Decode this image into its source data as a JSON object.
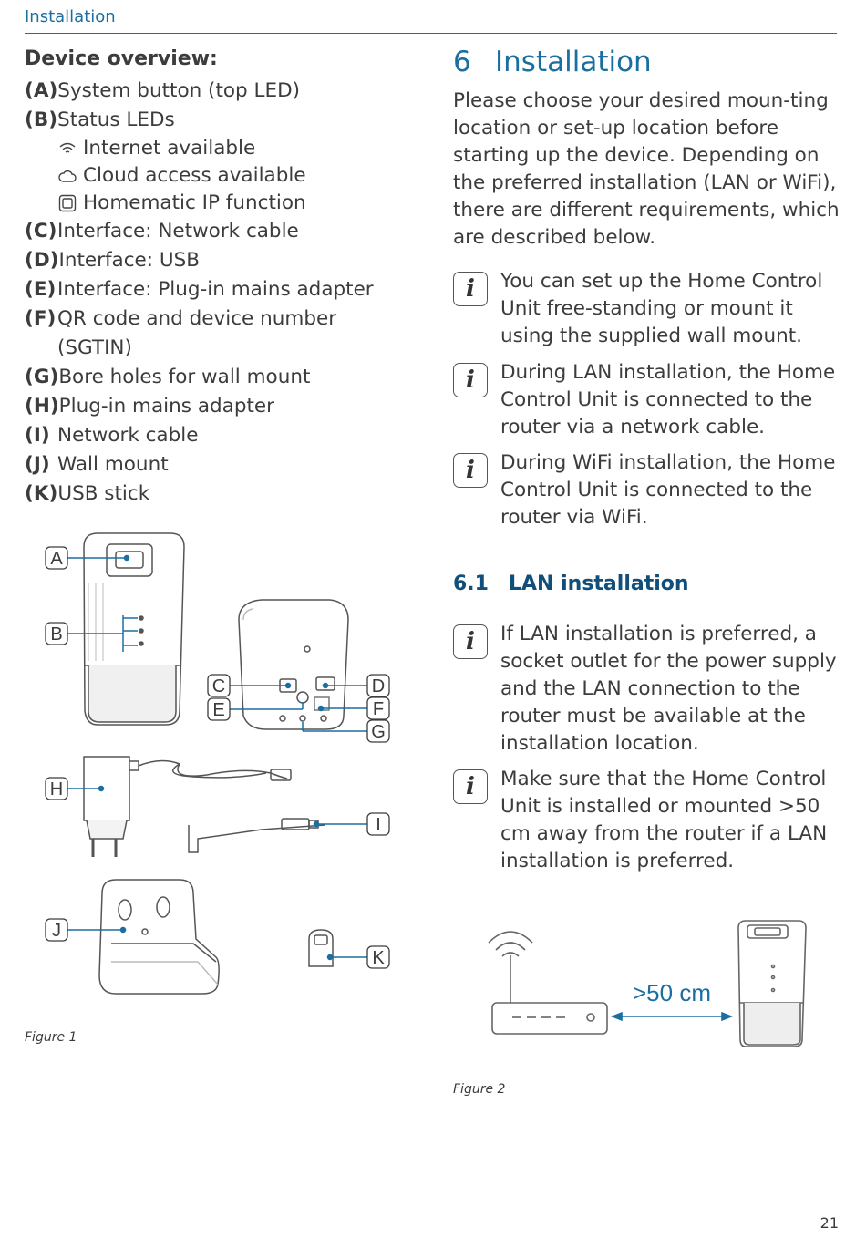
{
  "header": {
    "section": "Installation"
  },
  "overview": {
    "title": "Device overview:",
    "items_top": [
      {
        "key": "(A)",
        "text": "System button (top LED)"
      },
      {
        "key": "(B)",
        "text": "Status LEDs"
      }
    ],
    "leds": [
      {
        "icon": "wifi-icon",
        "text": "Internet available"
      },
      {
        "icon": "cloud-icon",
        "text": "Cloud access available"
      },
      {
        "icon": "homematic-icon",
        "text": "Homematic IP function"
      }
    ],
    "items_bottom": [
      {
        "key": "(C)",
        "text": "Interface: Network cable"
      },
      {
        "key": "(D)",
        "text": "Interface: USB"
      },
      {
        "key": "(E)",
        "text": "Interface: Plug-in mains adapter"
      },
      {
        "key": "(F)",
        "text": "QR code and device number (SGTIN)"
      },
      {
        "key": "(G)",
        "text": "Bore holes for wall mount"
      },
      {
        "key": "(H)",
        "text": "Plug-in mains adapter"
      },
      {
        "key": "(I)",
        "text": "Network cable"
      },
      {
        "key": "(J)",
        "text": "Wall mount"
      },
      {
        "key": "(K)",
        "text": "USB stick"
      }
    ]
  },
  "figure1": {
    "caption": "Figure 1",
    "labels": [
      "A",
      "B",
      "C",
      "D",
      "E",
      "F",
      "G",
      "H",
      "I",
      "J",
      "K"
    ]
  },
  "section6": {
    "number": "6",
    "title": "Installation",
    "intro": "Please choose your desired moun-ting location or set-up location before starting up the device. Depending on the preferred installation (LAN or WiFi), there are different requirements, which are described below.",
    "notes": [
      "You can set up the Home Control Unit free-standing or mount it using the supplied wall mount.",
      "During LAN installation, the Home Control Unit is connected to the router via a network cable.",
      "During WiFi installation, the Home Control Unit is connected to the router via WiFi."
    ]
  },
  "section61": {
    "number": "6.1",
    "title": "LAN installation",
    "notes": [
      "If LAN installation is preferred, a socket outlet for the power supply and the LAN connection to the router must be available at the installation location.",
      "Make sure that the Home Control Unit is installed or mounted >50 cm away from the router if a LAN installation is preferred."
    ],
    "info_symbol": "i"
  },
  "figure2": {
    "caption": "Figure 2",
    "distance": ">50 cm"
  },
  "page_number": "21",
  "colors": {
    "accent": "#1b6fa0",
    "subheading": "#0f4f7a",
    "text": "#3c3c3c"
  }
}
